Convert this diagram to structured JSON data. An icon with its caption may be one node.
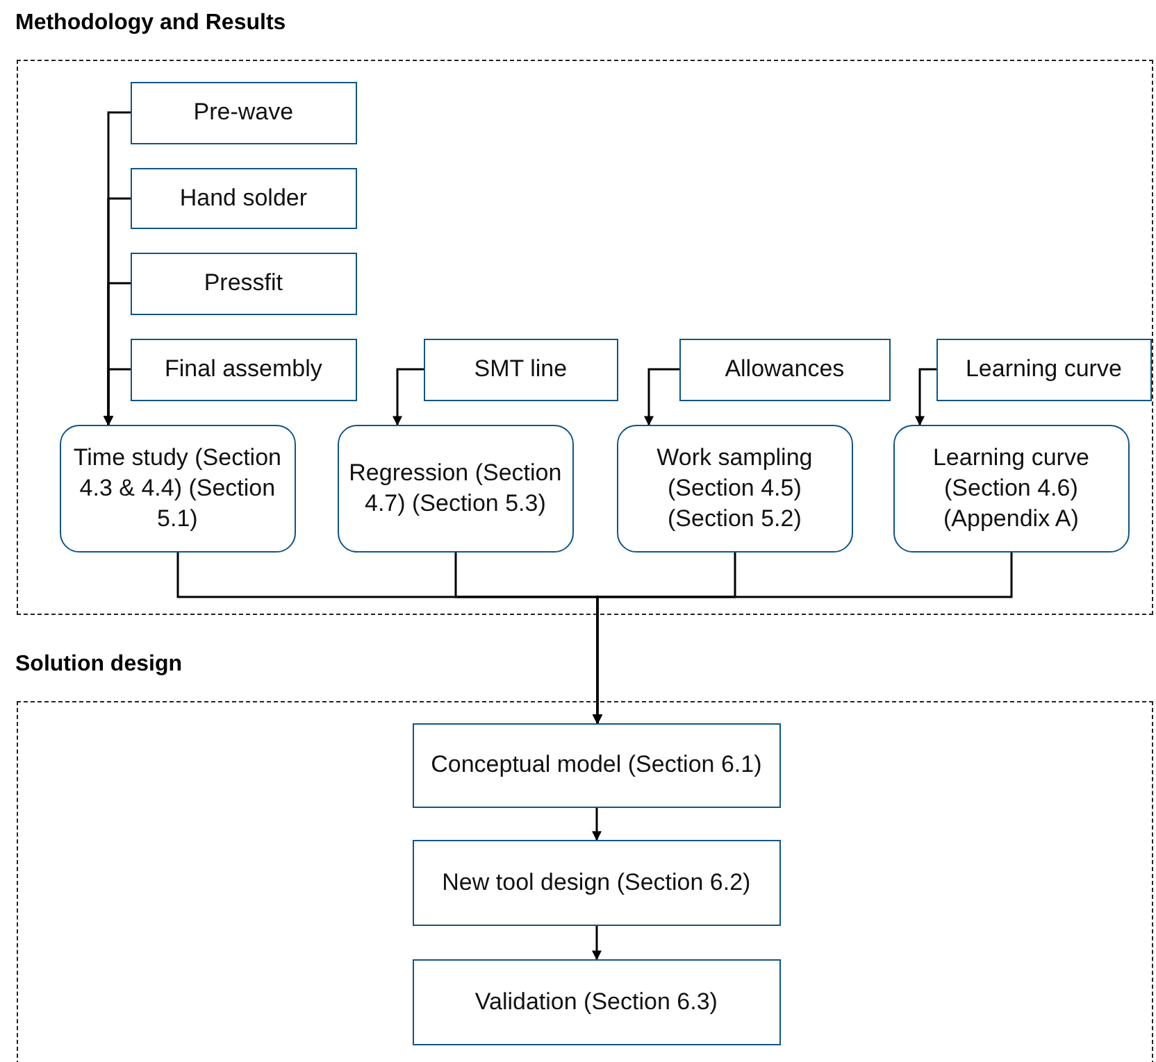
{
  "diagram": {
    "nodes": [
      {
        "text": [
          "Methodology and Results"
        ]
      },
      {
        "text": [
          "Pre-wave"
        ],
        "in": 0
      },
      {
        "text": [
          "Hand solder"
        ],
        "in": 0
      },
      {
        "text": [
          "Pressfit"
        ],
        "in": 0
      },
      {
        "text": [
          "Final assembly"
        ],
        "in": 0
      },
      {
        "text": [
          "Time study (Section 4.3 & 4.4) (Section 5.1)"
        ],
        "in": 0
      },
      {
        "text": [
          "SMT line"
        ],
        "in": 0
      },
      {
        "text": [
          "Regression (Section 4.7) (Section 5.3)"
        ],
        "in": 0
      },
      {
        "text": [
          "Allowances"
        ],
        "in": 0
      },
      {
        "text": [
          "Work sampling (Section 4.5) (Section 5.2)"
        ],
        "in": 0
      },
      {
        "text": [
          "Learning curve"
        ],
        "in": 0
      },
      {
        "text": [
          "Learning curve (Section 4.6) (Appendix A)"
        ],
        "in": 0
      },
      {
        "text": [
          "Solution design"
        ]
      },
      {
        "text": [
          "Conceptual model (Section 6.1)"
        ],
        "in": 12
      },
      {
        "text": [
          "New tool design (Section 6.2)"
        ],
        "in": 12
      },
      {
        "text": [
          "Validation (Section 6.3)"
        ],
        "in": 12
      }
    ],
    "edges": [
      {
        "from": 1,
        "to": 5,
        "arrow": "to"
      },
      {
        "from": 2,
        "to": 5,
        "arrow": "to"
      },
      {
        "from": 3,
        "to": 5,
        "arrow": "to"
      },
      {
        "from": 4,
        "to": 5,
        "arrow": "to"
      },
      {
        "from": 6,
        "to": 7,
        "arrow": "to"
      },
      {
        "from": 8,
        "to": 9,
        "arrow": "to"
      },
      {
        "from": 10,
        "to": 11,
        "arrow": "to"
      },
      {
        "from": 5,
        "to": 13,
        "arrow": "to"
      },
      {
        "from": 7,
        "to": 13,
        "arrow": "to"
      },
      {
        "from": 9,
        "to": 13,
        "arrow": "to"
      },
      {
        "from": 11,
        "to": 13,
        "arrow": "to"
      },
      {
        "from": 13,
        "to": 14,
        "arrow": "to"
      },
      {
        "from": 14,
        "to": 15,
        "arrow": "to"
      }
    ]
  }
}
